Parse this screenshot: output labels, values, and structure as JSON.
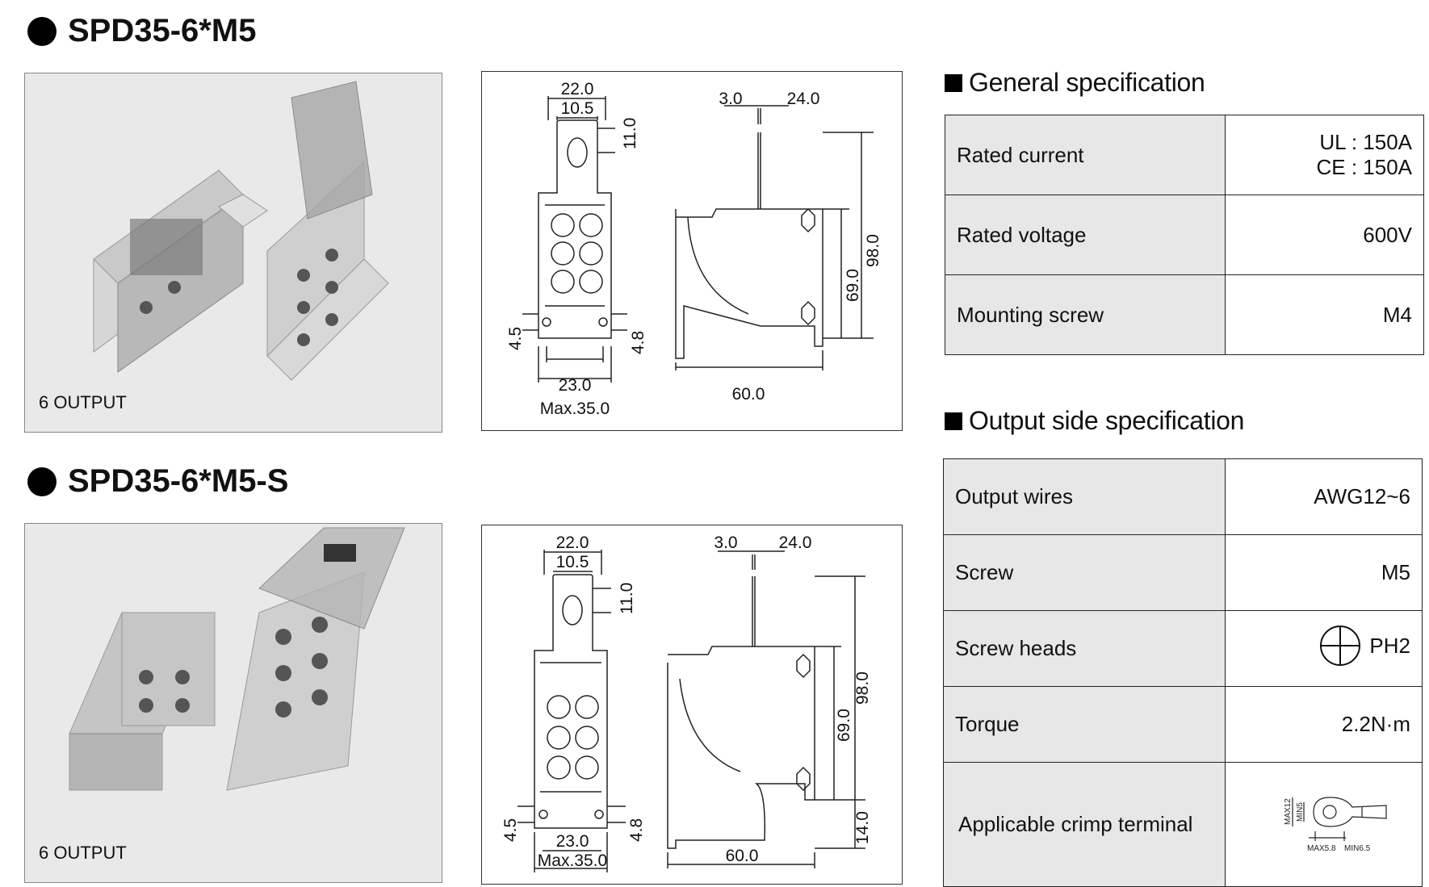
{
  "products": [
    {
      "title": "SPD35-6*M5",
      "photo_caption": "6 OUTPUT",
      "dims": {
        "width_top": "22.0",
        "hole_width": "10.5",
        "tab_height": "11.0",
        "side_thickness": "3.0",
        "side_tab": "24.0",
        "height_total": "98.0",
        "height_body": "69.0",
        "hole_left": "4.5",
        "hole_right": "4.8",
        "base_pitch": "23.0",
        "max_width": "Max.35.0",
        "depth": "60.0"
      }
    },
    {
      "title": "SPD35-6*M5-S",
      "photo_caption": "6 OUTPUT",
      "dims": {
        "width_top": "22.0",
        "hole_width": "10.5",
        "tab_height": "11.0",
        "side_thickness": "3.0",
        "side_tab": "24.0",
        "height_total": "98.0",
        "height_body": "69.0",
        "hole_left": "4.5",
        "hole_right": "4.8",
        "base_pitch": "23.0",
        "max_width": "Max.35.0",
        "depth": "60.0",
        "foot_height": "14.0"
      }
    }
  ],
  "general_spec": {
    "title": "General specification",
    "rows": [
      {
        "label": "Rated current",
        "value_line1": "UL : 150A",
        "value_line2": "CE : 150A"
      },
      {
        "label": "Rated voltage",
        "value": "600V"
      },
      {
        "label": "Mounting screw",
        "value": "M4"
      }
    ]
  },
  "output_spec": {
    "title": "Output side specification",
    "rows": [
      {
        "label": "Output wires",
        "value": "AWG12~6"
      },
      {
        "label": "Screw",
        "value": "M5"
      },
      {
        "label": "Screw heads",
        "value": "PH2",
        "icon": "phillips-head-icon"
      },
      {
        "label": "Torque",
        "value": "2.2N·m"
      },
      {
        "label": "Applicable crimp terminal",
        "icon": "crimp-terminal-icon",
        "terminal_labels": {
          "max_height": "MAX12",
          "min_height": "MIN5",
          "max_width": "MAX5.8",
          "min_width": "MIN6.5"
        }
      }
    ]
  }
}
